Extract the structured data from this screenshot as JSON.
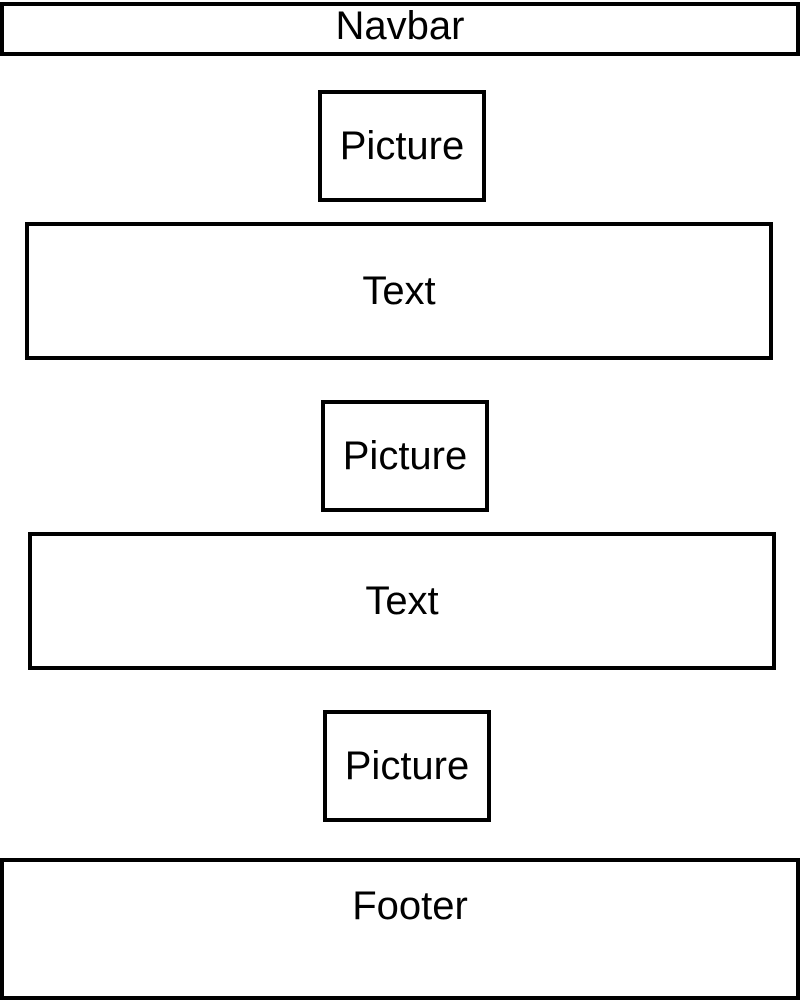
{
  "navbar": {
    "label": "Navbar"
  },
  "sections": [
    {
      "picture_label": "Picture",
      "text_label": "Text"
    },
    {
      "picture_label": "Picture",
      "text_label": "Text"
    },
    {
      "picture_label": "Picture"
    }
  ],
  "footer": {
    "label": "Footer"
  },
  "colors": {
    "border": "#000000",
    "background": "#ffffff",
    "text": "#000000"
  }
}
